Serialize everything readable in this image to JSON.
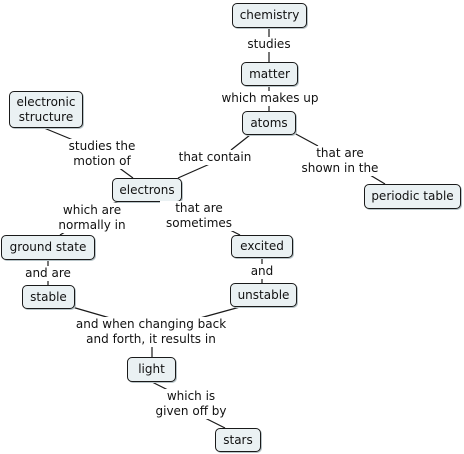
{
  "concept_map": {
    "concepts": {
      "chemistry": "chemistry",
      "matter": "matter",
      "atoms": "atoms",
      "electronic_structure": "electronic\nstructure",
      "electrons": "electrons",
      "periodic_table": "periodic table",
      "ground_state": "ground state",
      "excited": "excited",
      "stable": "stable",
      "unstable": "unstable",
      "light": "light",
      "stars": "stars"
    },
    "linking_phrases": {
      "studies": "studies",
      "which_makes_up": "which makes up",
      "that_contain": "that contain",
      "that_are_shown_in_the": "that are\nshown in the",
      "studies_the_motion_of": "studies the\nmotion of",
      "which_are_normally_in": "which are\nnormally in",
      "that_are_sometimes": "that are\nsometimes",
      "and_are": "and are",
      "and": "and",
      "and_when_changing": "and when changing back\nand forth, it results in",
      "which_is_given_off_by": "which is\ngiven off by"
    }
  }
}
